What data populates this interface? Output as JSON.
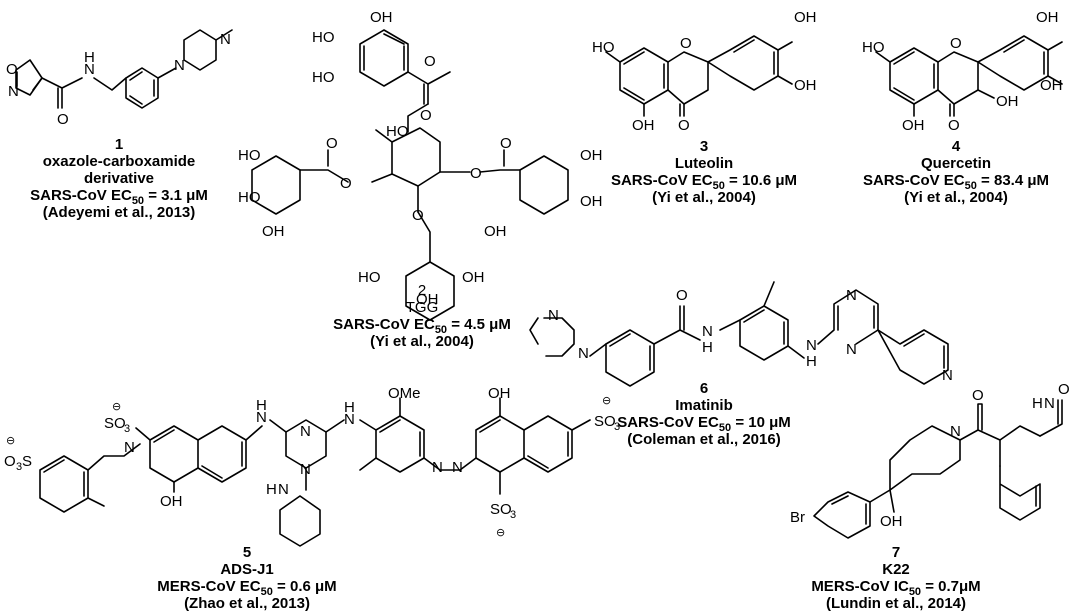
{
  "compounds": [
    {
      "number": "1",
      "name": "oxazole-carboxamide",
      "name2": "derivative",
      "assay_prefix": "SARS-CoV EC",
      "assay_sub": "50",
      "assay_value": " = 3.1 μM",
      "ref": "(Adeyemi et al., 2013)"
    },
    {
      "number": "2",
      "name": "TGG",
      "assay_prefix": "SARS-CoV EC",
      "assay_sub": "50",
      "assay_value": " = 4.5 μM",
      "ref": "(Yi et al., 2004)"
    },
    {
      "number": "3",
      "name": "Luteolin",
      "assay_prefix": "SARS-CoV EC",
      "assay_sub": "50",
      "assay_value": " = 10.6 μM",
      "ref": "(Yi et al., 2004)"
    },
    {
      "number": "4",
      "name": "Quercetin",
      "assay_prefix": "SARS-CoV EC",
      "assay_sub": "50",
      "assay_value": " = 83.4 μM",
      "ref": "(Yi et al., 2004)"
    },
    {
      "number": "5",
      "name": "ADS-J1",
      "assay_prefix": "MERS-CoV EC",
      "assay_sub": "50",
      "assay_value": " = 0.6 μM",
      "ref": "(Zhao et al., 2013)"
    },
    {
      "number": "6",
      "name": "Imatinib",
      "assay_prefix": "SARS-CoV EC",
      "assay_sub": "50",
      "assay_value": " = 10 μM",
      "ref": "(Coleman et al., 2016)"
    },
    {
      "number": "7",
      "name": "K22",
      "assay_prefix": "MERS-CoV IC",
      "assay_sub": "50",
      "assay_value": " = 0.7μM",
      "ref": "(Lundin et al., 2014)"
    }
  ],
  "atoms": {
    "N": "N",
    "O": "O",
    "H": "H",
    "OH": "OH",
    "HO": "HO",
    "OMe": "OMe",
    "SO3": "SO",
    "O3S": "O",
    "sub3": "3",
    "S_after": "S",
    "minus": "⊖",
    "Br": "Br"
  }
}
